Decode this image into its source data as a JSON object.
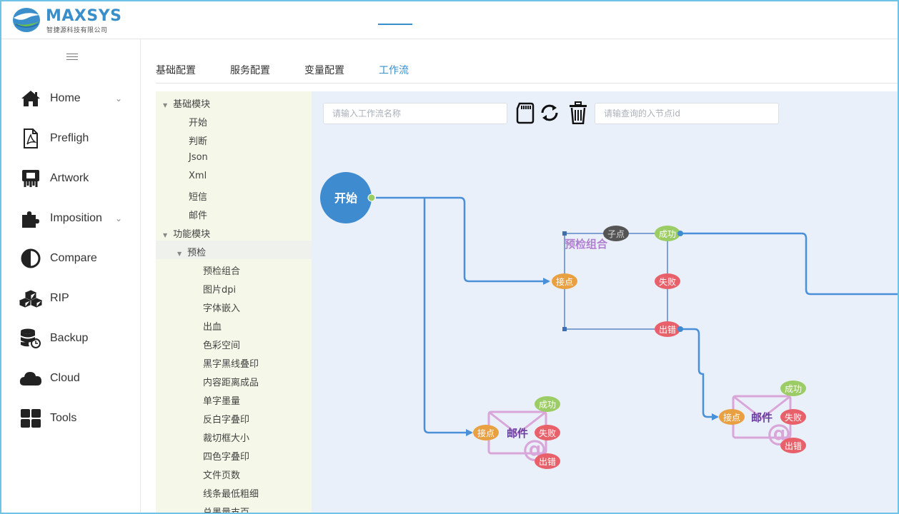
{
  "logo": {
    "name": "MAXSYS",
    "sub": "智捷源科技有限公司"
  },
  "sidebar": {
    "items": [
      {
        "label": "Home",
        "icon": "home-icon",
        "has_chevron": true
      },
      {
        "label": "Prefligh",
        "icon": "pdf-icon",
        "has_chevron": false
      },
      {
        "label": "Artwork",
        "icon": "artwork-icon",
        "has_chevron": false
      },
      {
        "label": "Imposition",
        "icon": "puzzle-icon",
        "has_chevron": true
      },
      {
        "label": "Compare",
        "icon": "contrast-icon",
        "has_chevron": false
      },
      {
        "label": "RIP",
        "icon": "cubes-icon",
        "has_chevron": false
      },
      {
        "label": "Backup",
        "icon": "database-icon",
        "has_chevron": false
      },
      {
        "label": "Cloud",
        "icon": "cloud-icon",
        "has_chevron": false
      },
      {
        "label": "Tools",
        "icon": "grid-icon",
        "has_chevron": false
      }
    ]
  },
  "tabs": [
    {
      "label": "基础配置",
      "active": false
    },
    {
      "label": "服务配置",
      "active": false
    },
    {
      "label": "变量配置",
      "active": false
    },
    {
      "label": "工作流",
      "active": true
    }
  ],
  "tree": {
    "group1": {
      "label": "基础模块",
      "children": [
        "开始",
        "判断",
        "Json",
        "Xml",
        "短信",
        "邮件"
      ]
    },
    "group2": {
      "label": "功能模块",
      "sub": {
        "label": "预检",
        "children": [
          "预检组合",
          "图片dpi",
          "字体嵌入",
          "出血",
          "色彩空间",
          "黑字黑线叠印",
          "内容距离成品",
          "单字墨量",
          "反白字叠印",
          "裁切框大小",
          "四色字叠印",
          "文件页数",
          "线条最低粗细",
          "总墨量支百"
        ]
      }
    }
  },
  "toolbar": {
    "workflow_name_placeholder": "请输入工作流名称",
    "node_id_placeholder": "请输查询的入节点id",
    "icons": [
      "sd-card-icon",
      "refresh-icon",
      "trash-icon"
    ]
  },
  "flow": {
    "start_label": "开始",
    "group_label": "预检组合",
    "sub_label": "子点",
    "entry_label": "接点",
    "success_label": "成功",
    "fail_label": "失败",
    "error_label": "出错",
    "mail_label": "邮件",
    "colors": {
      "blue": "#3e8bd0",
      "orange": "#e8a040",
      "green": "#9ccc65",
      "red": "#e8616a",
      "dark": "#555555",
      "purple": "#9b59b6",
      "link": "#4a90d9"
    }
  }
}
